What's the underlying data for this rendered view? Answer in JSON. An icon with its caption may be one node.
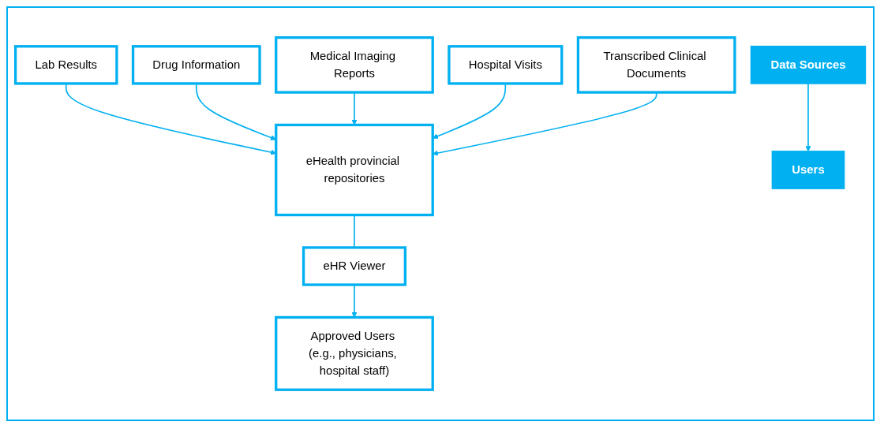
{
  "diagram": {
    "nodes": [
      {
        "text": [
          "Lab Results"
        ]
      },
      {
        "text": [
          "Drug Information"
        ]
      },
      {
        "text": [
          "Medical Imaging Reports"
        ]
      },
      {
        "text": [
          "Hospital Visits"
        ]
      },
      {
        "text": [
          "Transcribed Clinical Documents"
        ]
      },
      {
        "text": [
          "eHealth provincial repositories"
        ]
      },
      {
        "text": [
          "eHR Viewer"
        ]
      },
      {
        "text": [
          "Approved Users (e.g., physicians, hospital staff)"
        ]
      },
      {
        "text": [
          "Data Sources"
        ]
      },
      {
        "text": [
          "Users"
        ]
      }
    ],
    "edges": [
      {
        "from": 0,
        "to": 5,
        "arrow": "to"
      },
      {
        "from": 1,
        "to": 5,
        "arrow": "to"
      },
      {
        "from": 2,
        "to": 5,
        "arrow": "to"
      },
      {
        "from": 3,
        "to": 5,
        "arrow": "to"
      },
      {
        "from": 4,
        "to": 5,
        "arrow": "to"
      },
      {
        "from": 5,
        "to": 6,
        "arrow": "none"
      },
      {
        "from": 6,
        "to": 7,
        "arrow": "to"
      },
      {
        "from": 8,
        "to": 9,
        "arrow": "to"
      }
    ]
  }
}
